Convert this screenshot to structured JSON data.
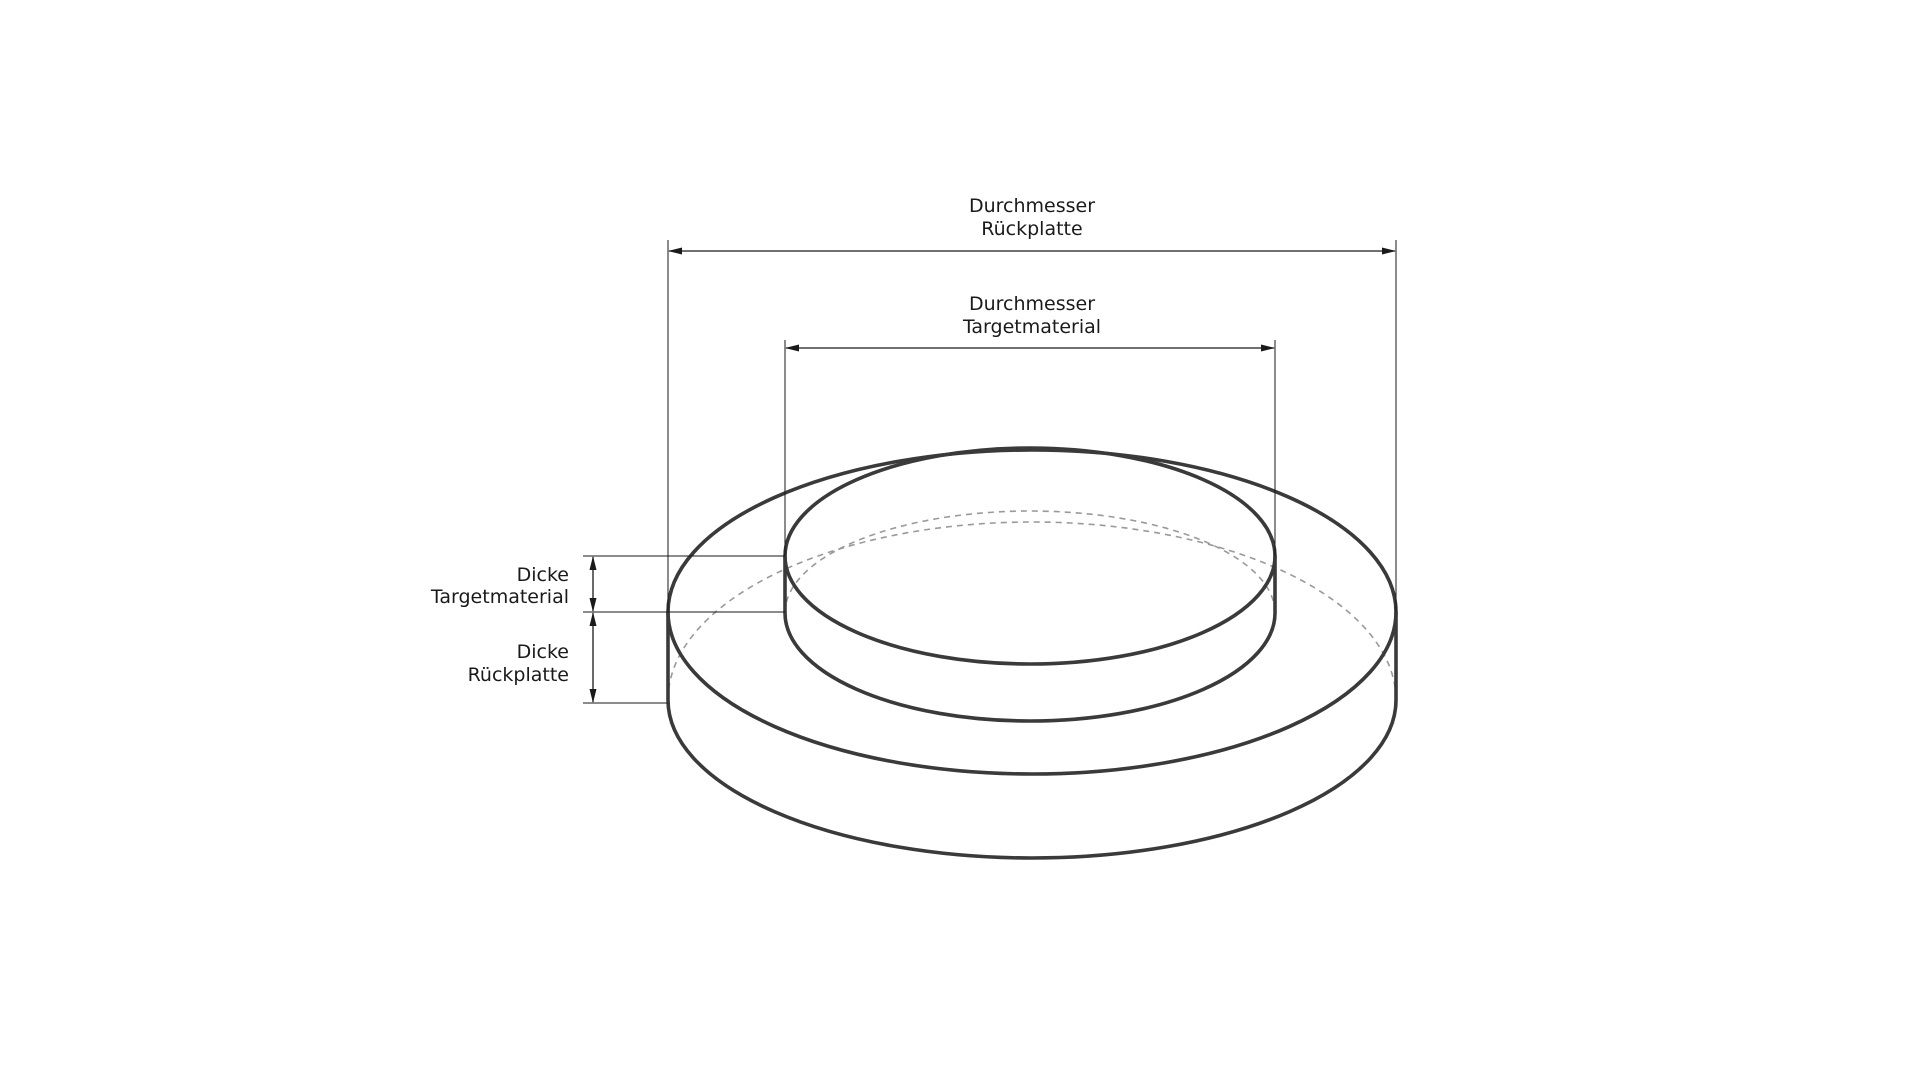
{
  "diagram": {
    "labels": {
      "diameter_backing_plate": [
        "Durchmesser",
        "Rückplatte"
      ],
      "diameter_target_material": [
        "Durchmesser",
        "Targetmaterial"
      ],
      "thickness_target_material": [
        "Dicke",
        "Targetmaterial"
      ],
      "thickness_backing_plate": [
        "Dicke",
        "Rückplatte"
      ]
    },
    "colors": {
      "outline": "#3a3a3a",
      "hidden_edge": "#9a9a9a",
      "text": "#1a1a1a",
      "background": "#ffffff"
    }
  }
}
